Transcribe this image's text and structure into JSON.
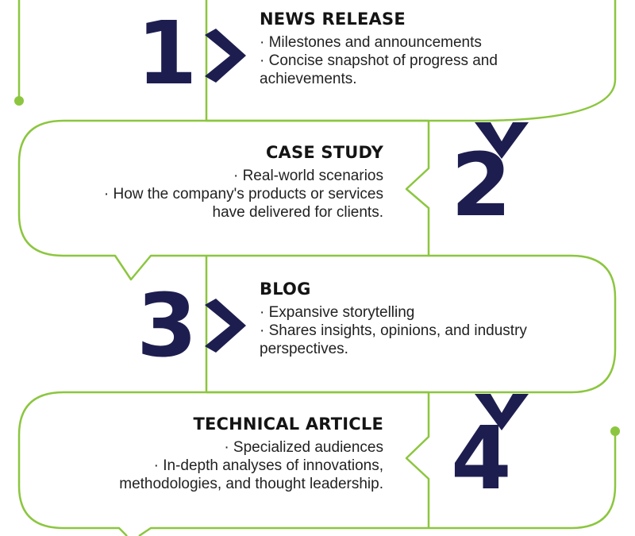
{
  "colors": {
    "outline": "#8cc63f",
    "accent": "#1d1e4f",
    "text": "#222222"
  },
  "steps": [
    {
      "number": "1",
      "title": "NEWS RELEASE",
      "lines": [
        "· Milestones and announcements",
        "· Concise snapshot of progress and",
        "achievements."
      ]
    },
    {
      "number": "2",
      "title": "CASE STUDY",
      "lines": [
        "· Real-world scenarios",
        "· How the company's products or services",
        "have delivered for clients."
      ]
    },
    {
      "number": "3",
      "title": "BLOG",
      "lines": [
        "· Expansive storytelling",
        "· Shares insights, opinions, and industry",
        "perspectives."
      ]
    },
    {
      "number": "4",
      "title": "TECHNICAL ARTICLE",
      "lines": [
        "· Specialized audiences",
        "· In-depth analyses of innovations,",
        "methodologies, and thought leadership."
      ]
    }
  ]
}
